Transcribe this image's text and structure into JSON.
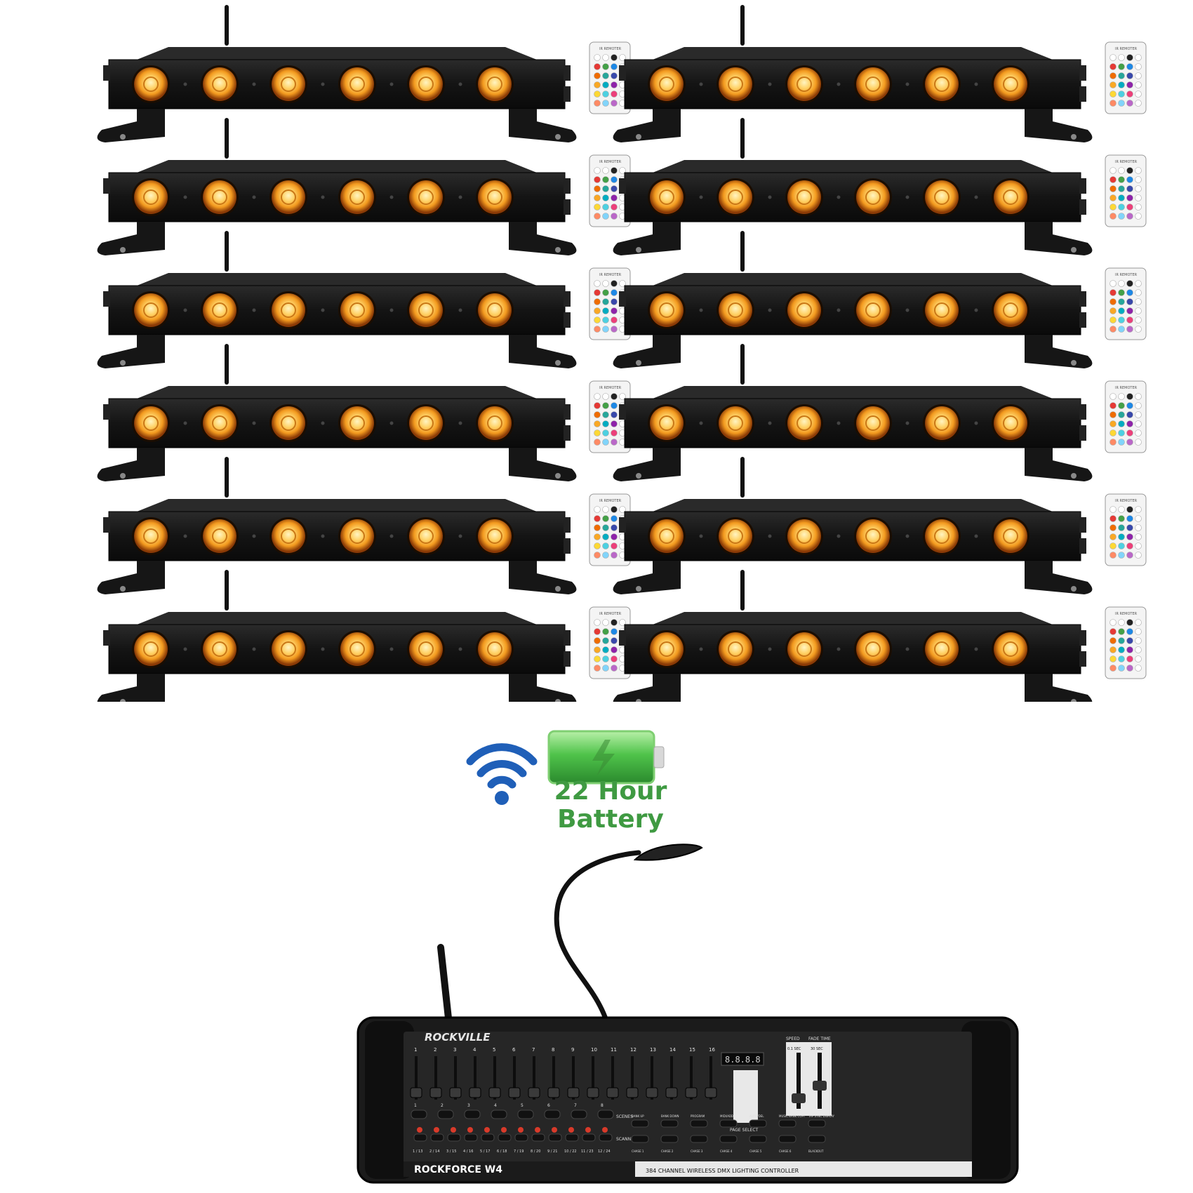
{
  "battery_badge": {
    "line1": "22 Hour",
    "line2": "Battery"
  },
  "remote": {
    "label": "IR REMOTER"
  },
  "light_bar": {
    "led_count": 6,
    "led_color": "#f39a1f"
  },
  "fixtures": {
    "rows": 6,
    "columns": 2
  },
  "controller": {
    "brand": "ROCKVILLE",
    "model": "ROCKFORCE W4",
    "description": "384 CHANNEL WIRELESS DMX LIGHTING CONTROLLER",
    "channel_numbers": [
      "1",
      "2",
      "3",
      "4",
      "5",
      "6",
      "7",
      "8",
      "9",
      "10",
      "11",
      "12",
      "13",
      "14",
      "15",
      "16"
    ],
    "scene_numbers": [
      "1",
      "2",
      "3",
      "4",
      "5",
      "6",
      "7",
      "8"
    ],
    "scanner_labels": [
      "1 / 13",
      "2 / 14",
      "3 / 15",
      "4 / 16",
      "5 / 17",
      "6 / 18",
      "7 / 19",
      "8 / 20",
      "9 / 21",
      "10 / 22",
      "11 / 23",
      "12 / 24"
    ],
    "scenes_label": "SCENES",
    "scanners_label": "SCANNERS",
    "page_select_label": "PAGE SELECT",
    "display_value": "8.8.8.8",
    "speed_label": "SPEED",
    "fade_time_label": "FADE TIME",
    "speed_value": "0.1 SEC",
    "fade_value": "30 SEC",
    "function_buttons": [
      "BANK UP",
      "BANK DOWN",
      "PROGRAM",
      "MIDI/ADD",
      "AUTO/DEL",
      "MUSIC BANK COPY",
      "TAP SYNC DISPLAY"
    ],
    "chase_buttons": [
      "CHASE 1",
      "CHASE 2",
      "CHASE 3",
      "CHASE 4",
      "CHASE 5",
      "CHASE 6",
      "BLACKOUT"
    ]
  },
  "colors": {
    "led_glow": "#f5a623",
    "battery_green": "#3f9a42",
    "wifi_blue": "#1f5fb8",
    "fixture_body": "#141414"
  }
}
